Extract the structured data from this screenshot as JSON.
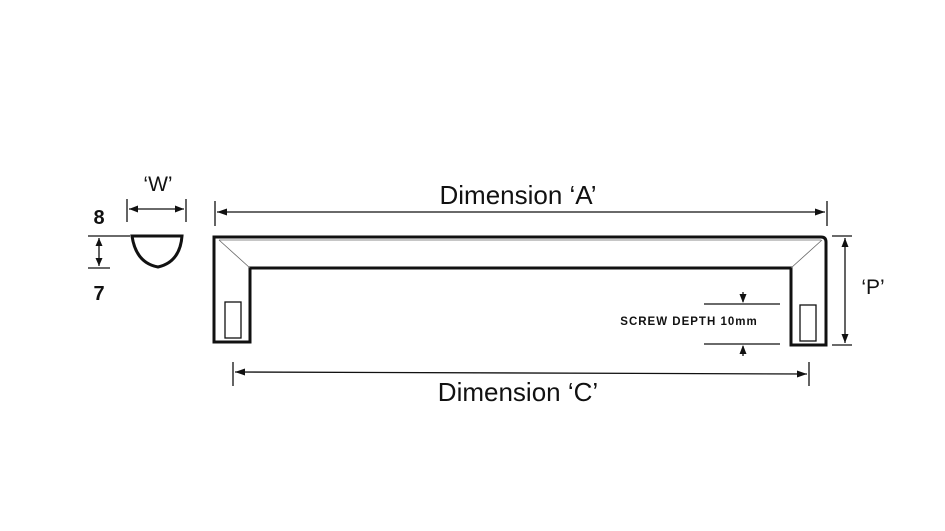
{
  "labels": {
    "width_label": "‘W’",
    "profile_top_value": "8",
    "profile_bottom_value": "7",
    "dimension_a": "Dimension ‘A’",
    "dimension_c": "Dimension ‘C’",
    "projection_label": "‘P’",
    "screw_depth": "SCREW DEPTH 10mm"
  }
}
